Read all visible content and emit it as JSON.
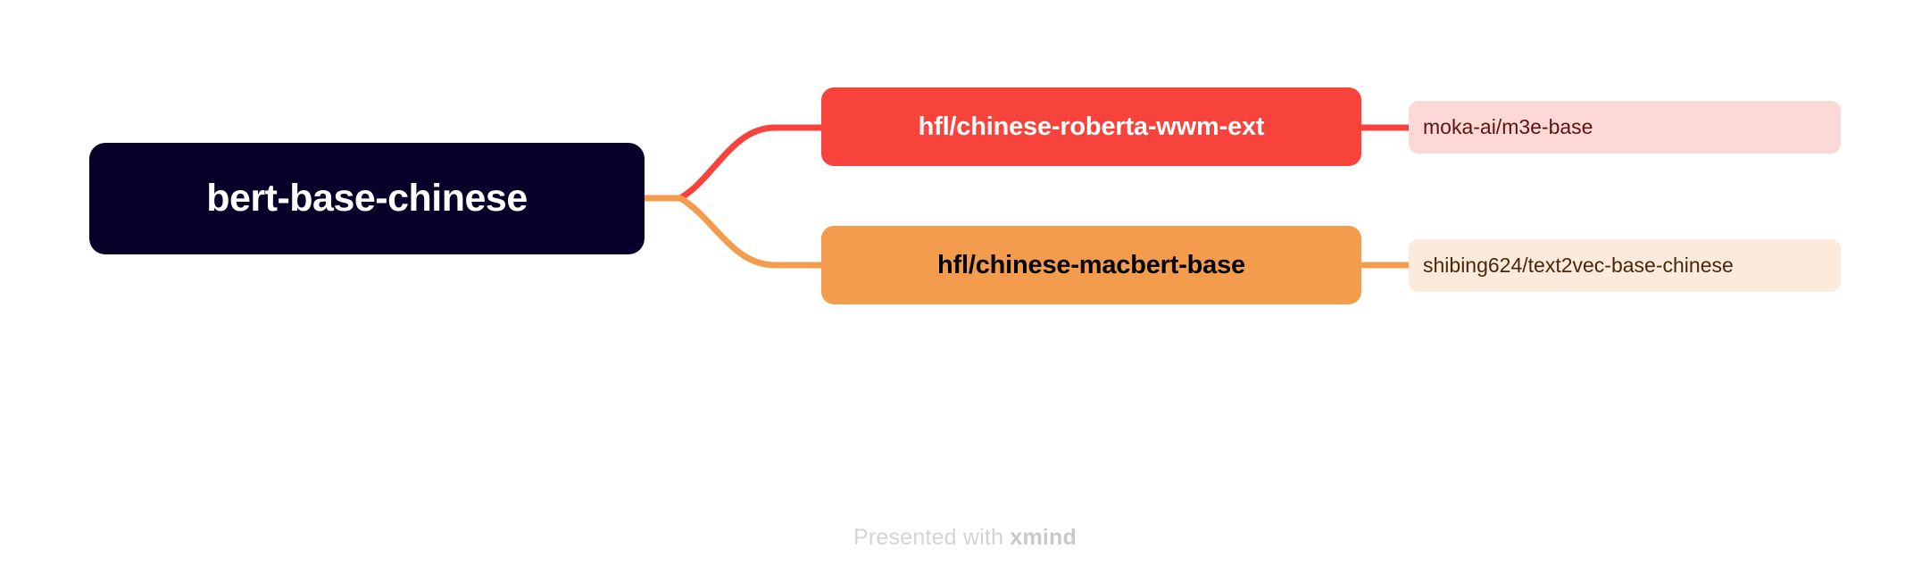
{
  "mindmap": {
    "root": {
      "label": "bert-base-chinese"
    },
    "branches": [
      {
        "label": "hfl/chinese-roberta-wwm-ext",
        "leaf": "moka-ai/m3e-base"
      },
      {
        "label": "hfl/chinese-macbert-base",
        "leaf": "shibing624/text2vec-base-chinese"
      }
    ]
  },
  "footer": {
    "prefix": "Presented with ",
    "brand": "xmind"
  },
  "colors": {
    "root_bg": "#080029",
    "root_fg": "#FFFFFF",
    "red": "#F7433C",
    "orange": "#F49C4D",
    "pink_bg": "#FCD9D6",
    "pink_fg": "#5C1410",
    "peach_bg": "#FCEBDC",
    "peach_fg": "#4A2708",
    "footer_fg": "#D4D4D6",
    "canvas_bg": "#FFFFFF"
  }
}
